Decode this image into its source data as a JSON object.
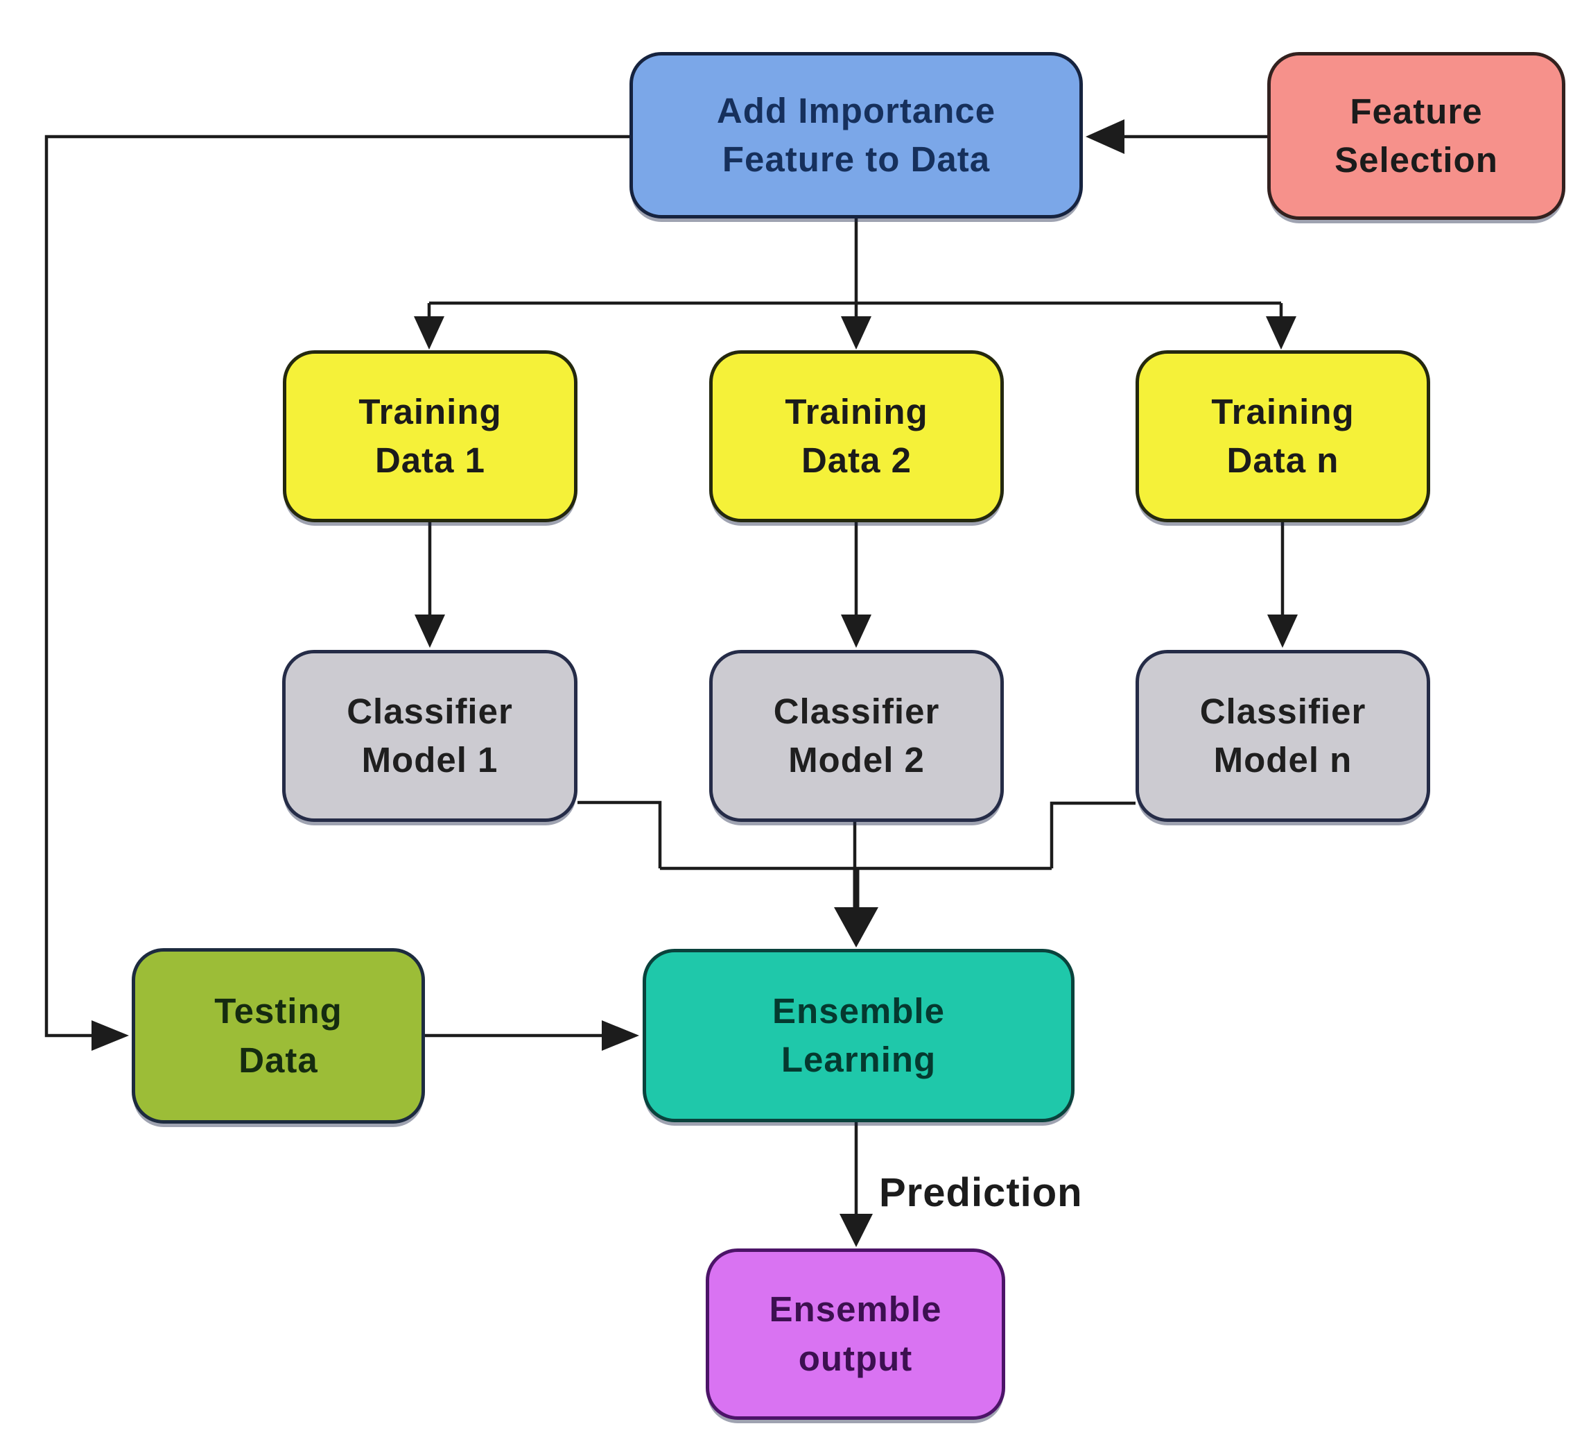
{
  "diagram": {
    "background_color": "#ffffff",
    "line_color": "#1c1c1c",
    "nodes": [
      {
        "id": "add-importance",
        "label": "Add Importance\nFeature to Data",
        "fill": "#7BA7E8",
        "border": "#16233f",
        "text_color": "#16305c"
      },
      {
        "id": "feature-selection",
        "label": "Feature\nSelection",
        "fill": "#F6918B",
        "border": "#33211f",
        "text_color": "#1b1b1b"
      },
      {
        "id": "training-data-1",
        "label": "Training\nData 1",
        "fill": "#F5F139",
        "border": "#24280f",
        "text_color": "#1b1b1b"
      },
      {
        "id": "training-data-2",
        "label": "Training\nData 2",
        "fill": "#F5F139",
        "border": "#24280f",
        "text_color": "#1b1b1b"
      },
      {
        "id": "training-data-n",
        "label": "Training\nData n",
        "fill": "#F5F139",
        "border": "#24280f",
        "text_color": "#1b1b1b"
      },
      {
        "id": "classifier-model-1",
        "label": "Classifier\nModel 1",
        "fill": "#CCCBD1",
        "border": "#252c47",
        "text_color": "#1f1f1f"
      },
      {
        "id": "classifier-model-2",
        "label": "Classifier\nModel 2",
        "fill": "#CCCBD1",
        "border": "#252c47",
        "text_color": "#1f1f1f"
      },
      {
        "id": "classifier-model-n",
        "label": "Classifier\nModel n",
        "fill": "#CCCBD1",
        "border": "#252c47",
        "text_color": "#1f1f1f"
      },
      {
        "id": "testing-data",
        "label": "Testing\nData",
        "fill": "#9CBD37",
        "border": "#1d2b3f",
        "text_color": "#152b10"
      },
      {
        "id": "ensemble-learning",
        "label": "Ensemble\nLearning",
        "fill": "#1FC8AA",
        "border": "#0a423c",
        "text_color": "#05392f"
      },
      {
        "id": "ensemble-output",
        "label": "Ensemble\noutput",
        "fill": "#D973F2",
        "border": "#4c1468",
        "text_color": "#3c1050"
      }
    ],
    "edges": [
      {
        "from": "feature-selection",
        "to": "add-importance",
        "label": ""
      },
      {
        "from": "add-importance",
        "to": "training-data-1",
        "label": ""
      },
      {
        "from": "add-importance",
        "to": "training-data-2",
        "label": ""
      },
      {
        "from": "add-importance",
        "to": "training-data-n",
        "label": ""
      },
      {
        "from": "training-data-1",
        "to": "classifier-model-1",
        "label": ""
      },
      {
        "from": "training-data-2",
        "to": "classifier-model-2",
        "label": ""
      },
      {
        "from": "training-data-n",
        "to": "classifier-model-n",
        "label": ""
      },
      {
        "from": "classifier-model-1",
        "to": "ensemble-learning",
        "label": ""
      },
      {
        "from": "classifier-model-2",
        "to": "ensemble-learning",
        "label": ""
      },
      {
        "from": "classifier-model-n",
        "to": "ensemble-learning",
        "label": ""
      },
      {
        "from": "add-importance",
        "to": "testing-data",
        "label": ""
      },
      {
        "from": "testing-data",
        "to": "ensemble-learning",
        "label": ""
      },
      {
        "from": "ensemble-learning",
        "to": "ensemble-output",
        "label": "Prediction"
      }
    ],
    "edge_label": "Prediction"
  }
}
